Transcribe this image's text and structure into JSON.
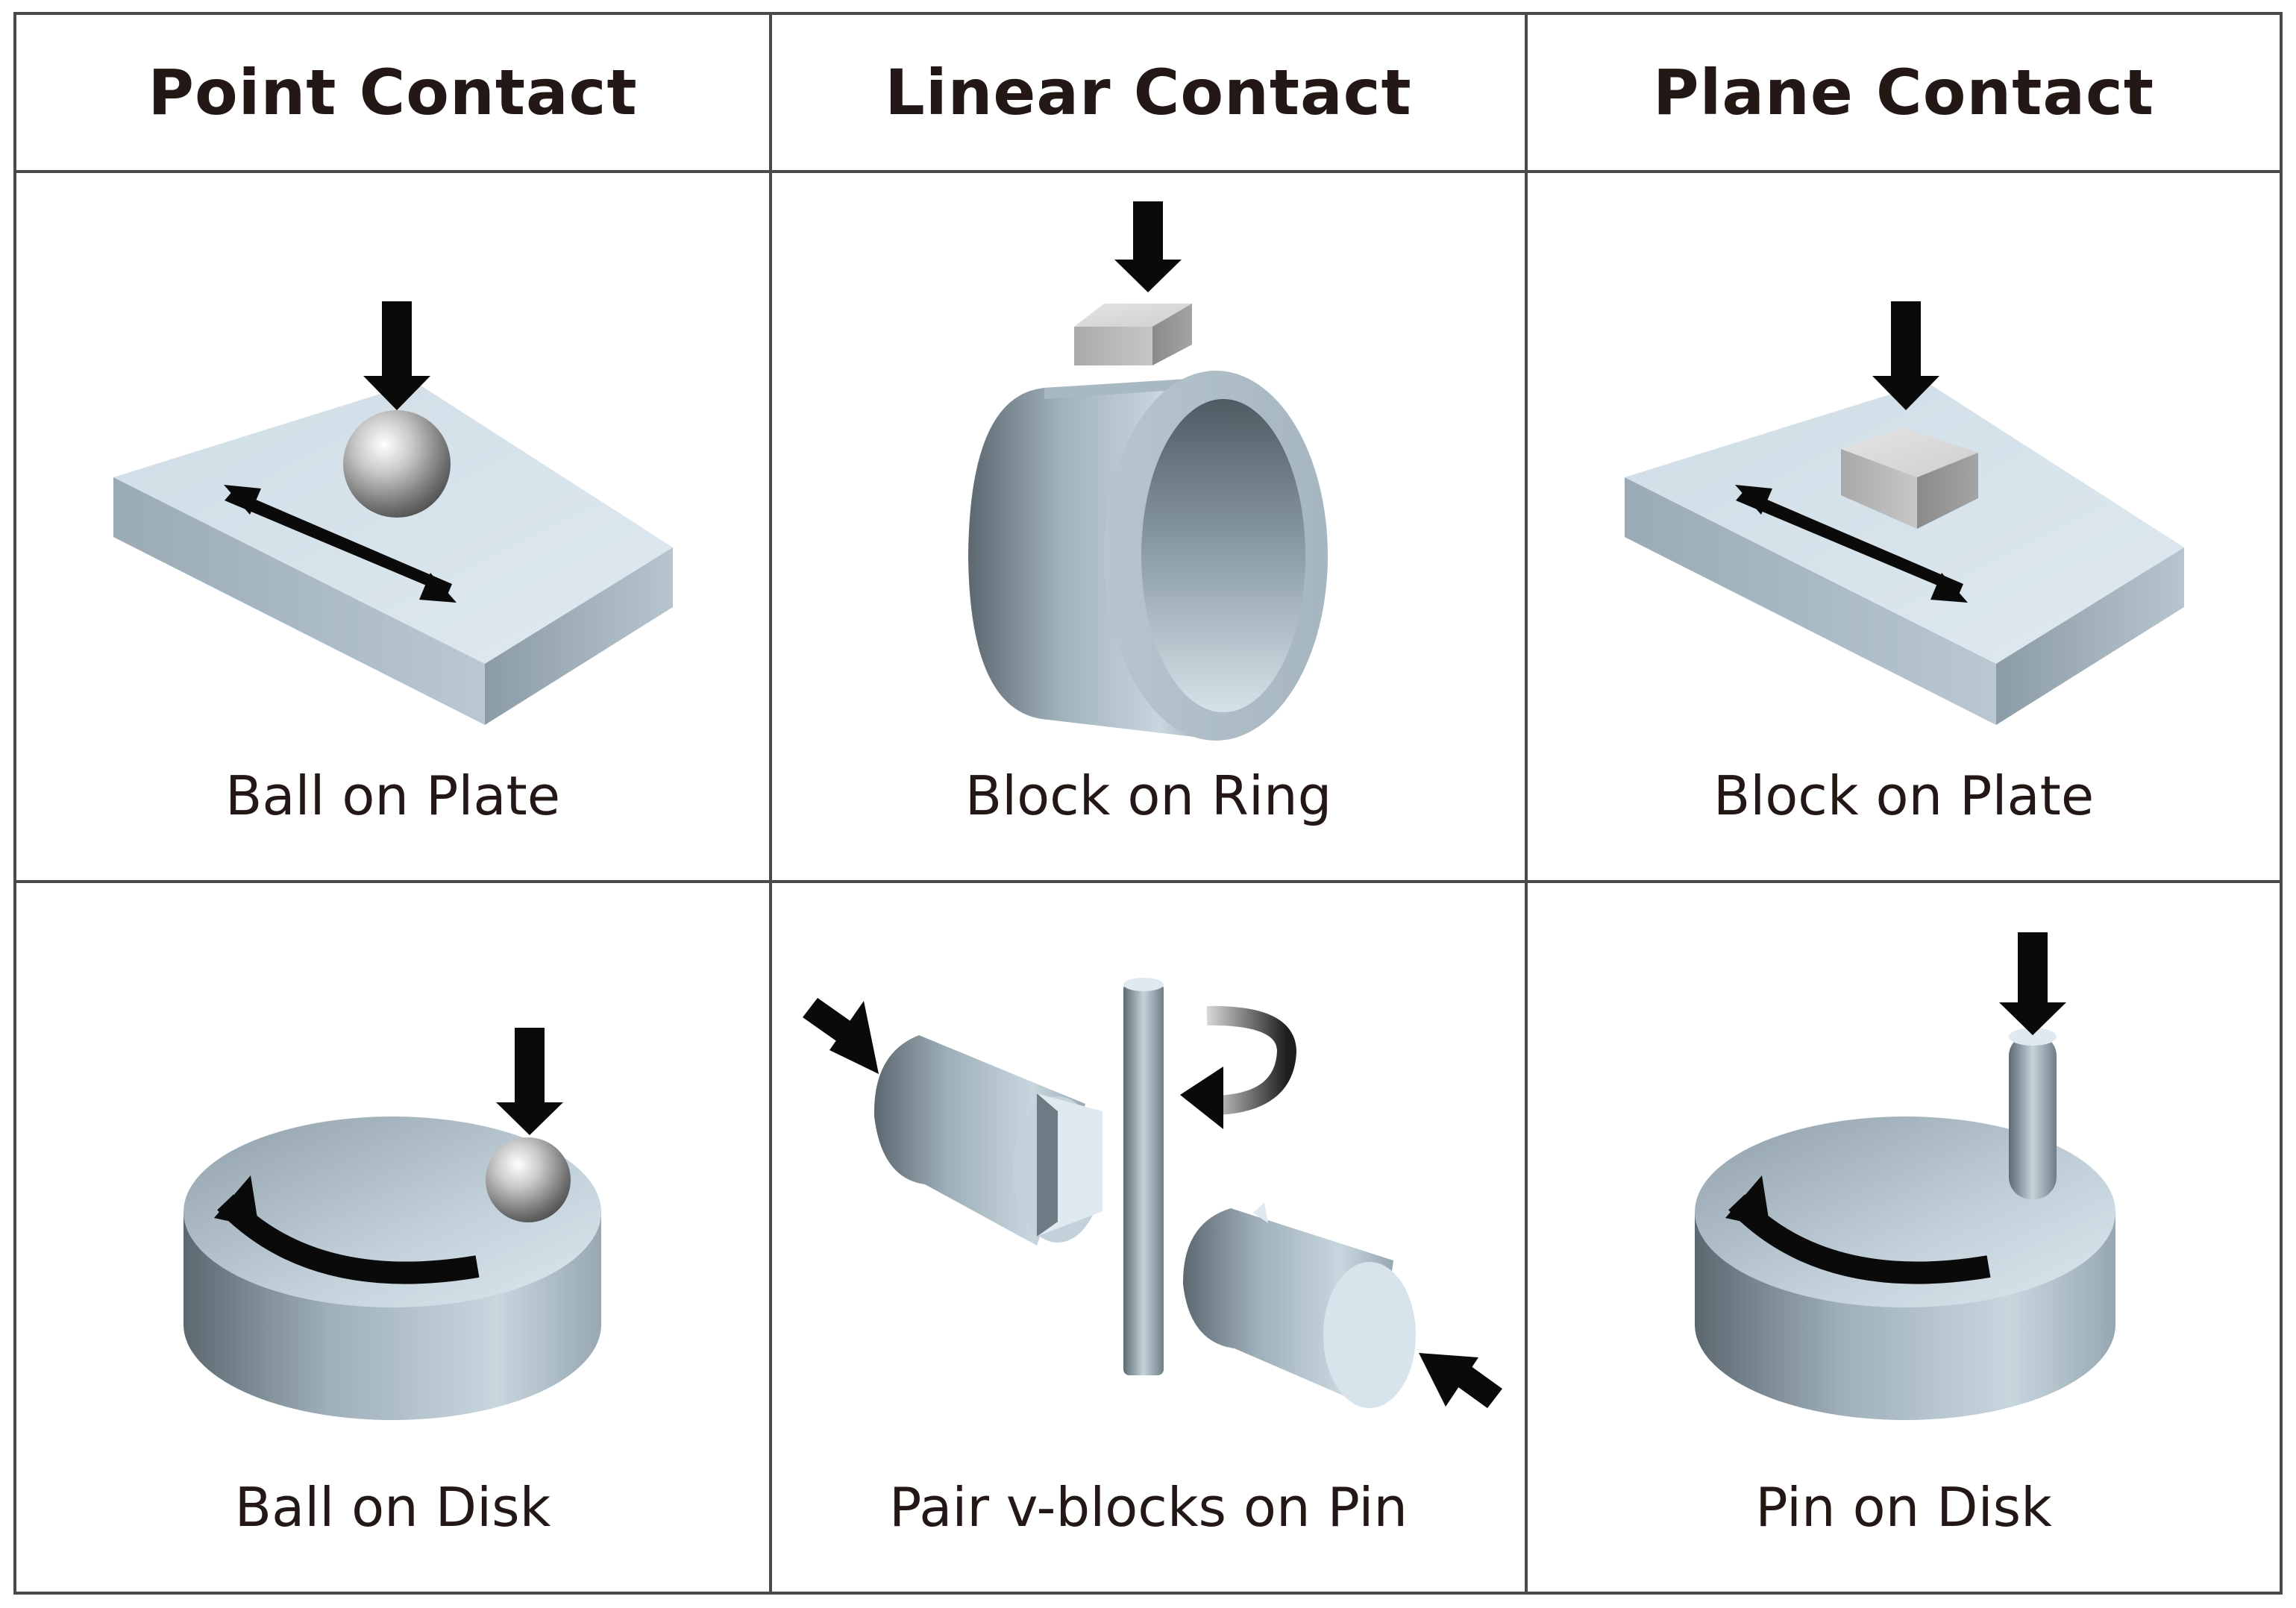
{
  "headers": [
    "Point Contact",
    "Linear Contact",
    "Plane Contact"
  ],
  "cells": [
    {
      "label": "Ball on Plate"
    },
    {
      "label": "Block on Ring"
    },
    {
      "label": "Block on Plate"
    },
    {
      "label": "Ball on Disk"
    },
    {
      "label": "Pair v-blocks on Pin"
    },
    {
      "label": "Pin on Disk"
    }
  ],
  "colors": {
    "grid": "#4a4a4a",
    "text": "#231815",
    "arrow": "#0a0a0a",
    "steel_light": "#dce7ee",
    "steel_mid": "#a7b7c1",
    "steel_dark": "#5d6a73"
  }
}
